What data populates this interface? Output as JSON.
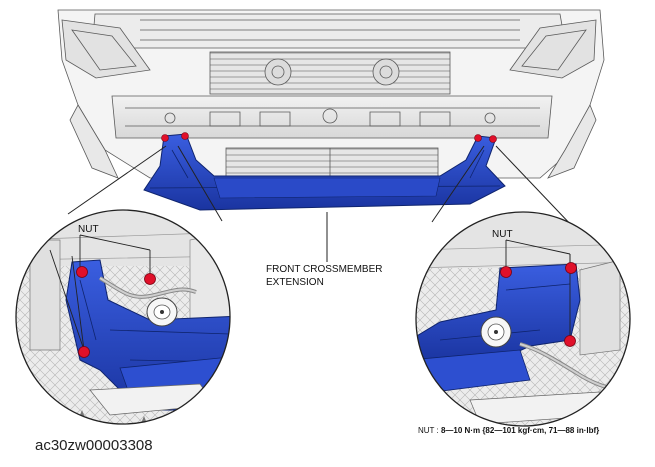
{
  "labels": {
    "nut_left": "NUT",
    "nut_right": "NUT",
    "part_line1": "FRONT CROSSMEMBER",
    "part_line2": "EXTENSION",
    "torque_prefix": "NUT : ",
    "torque_value": "8—10 N·m {82—101 kgf·cm, 71—88 in·lbf}",
    "figure_code": "ac30zw00003308"
  },
  "colors": {
    "part_blue": "#2747c8",
    "part_blue_dark": "#16308f",
    "nut_red": "#e0102a",
    "line_drawing": "#555555",
    "callout_border": "#222222"
  }
}
